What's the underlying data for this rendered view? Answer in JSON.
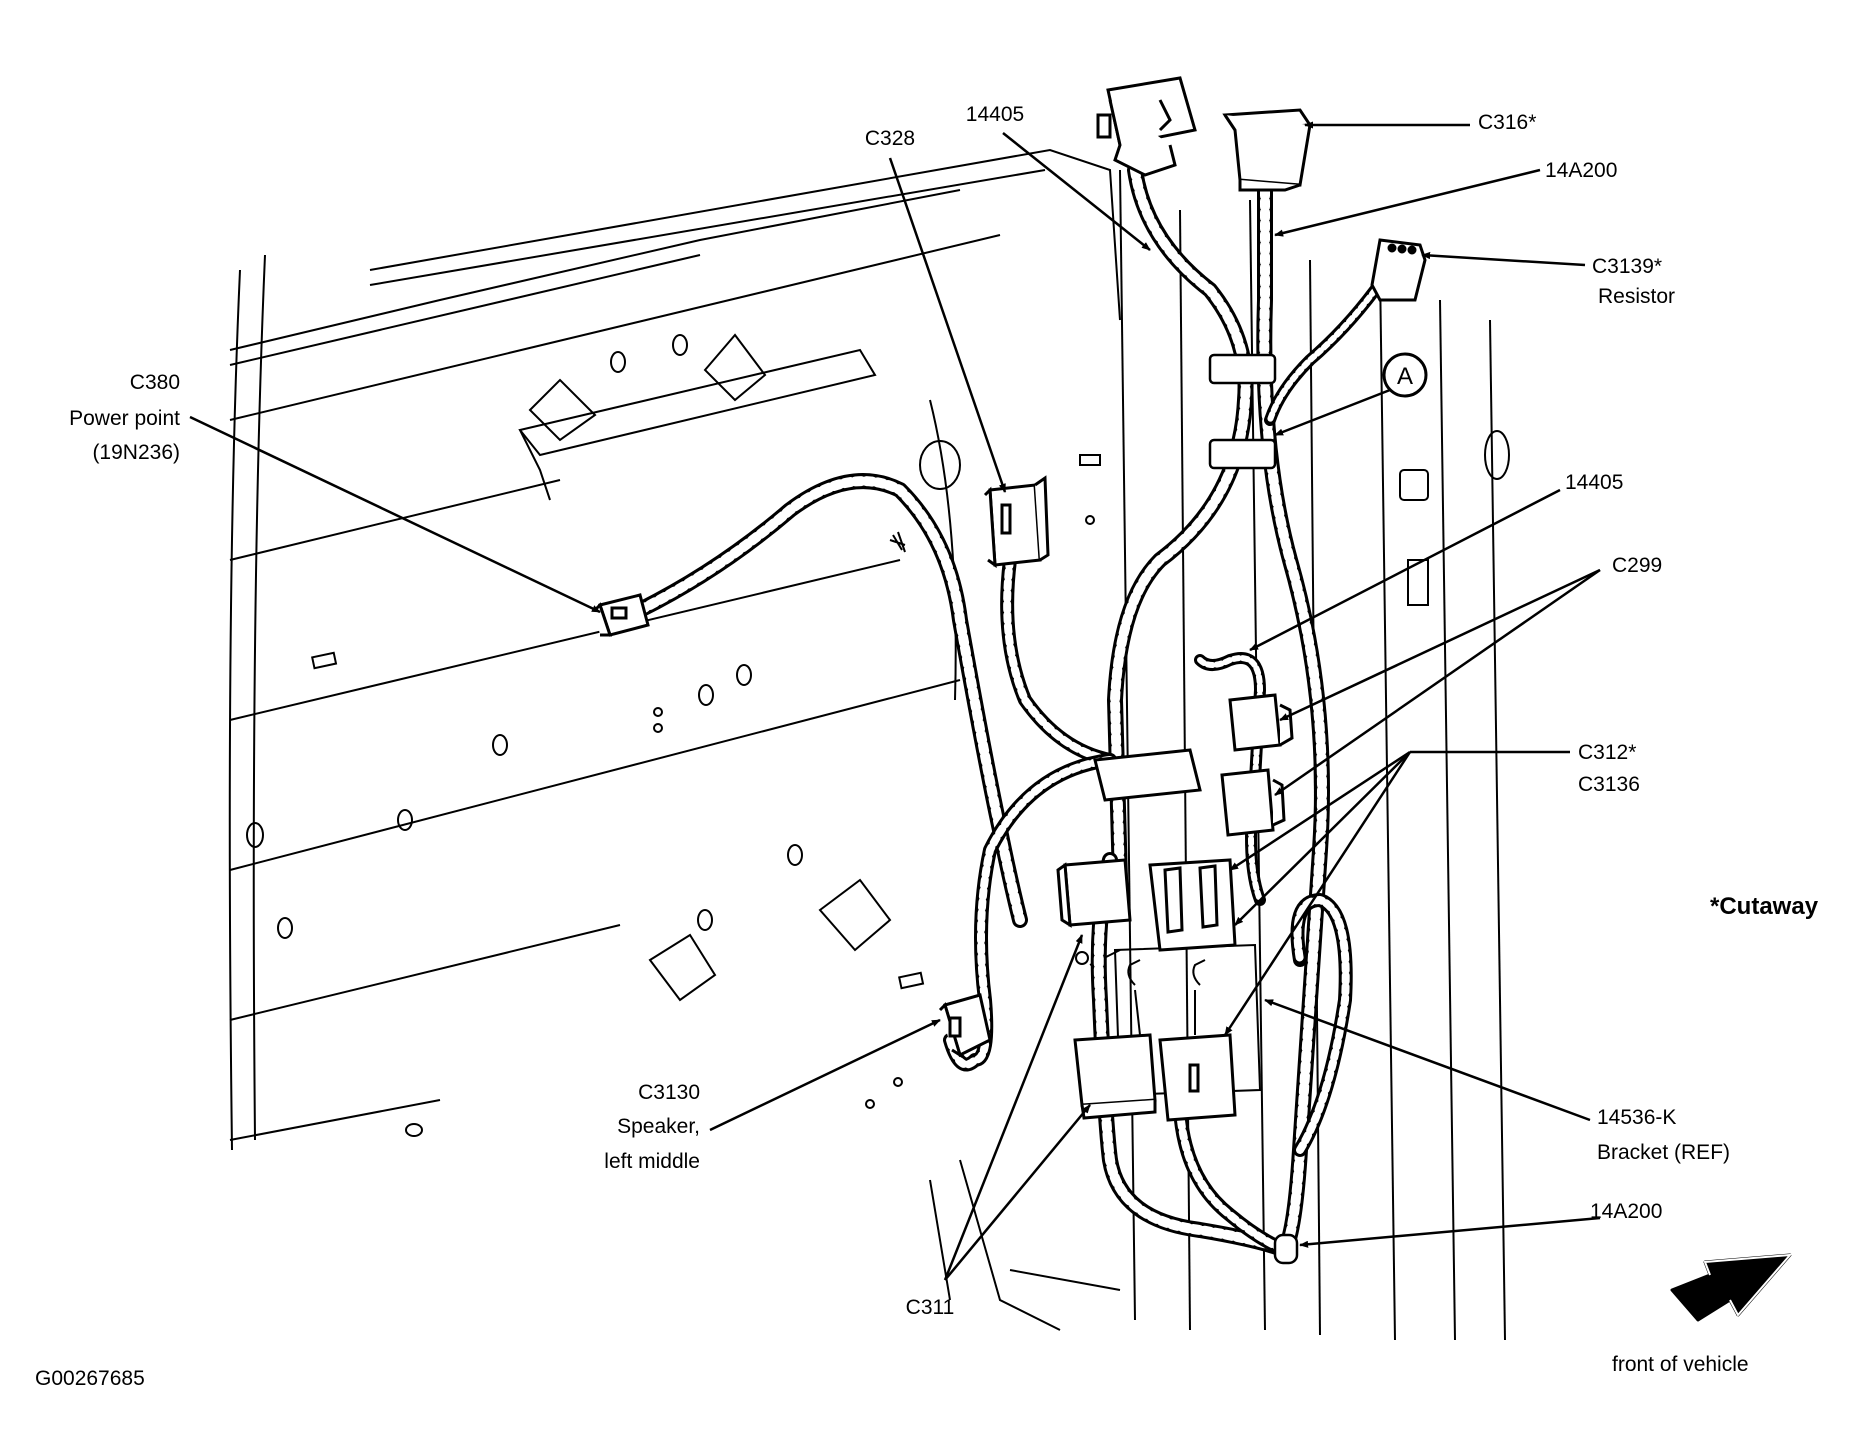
{
  "labels": {
    "l_14405_top": "14405",
    "l_c316": "C316*",
    "l_c328": "C328",
    "l_14a200_top": "14A200",
    "l_c3139_a": "C3139*",
    "l_c3139_b": "Resistor",
    "l_c380_a": "C380",
    "l_c380_b": "Power point",
    "l_c380_c": "(19N236)",
    "l_a": "A",
    "l_14405_mid": "14405",
    "l_c299": "C299",
    "l_c312": "C312*",
    "l_c3136": "C3136",
    "l_cutaway": "*Cutaway",
    "l_c3130_a": "C3130",
    "l_c3130_b": "Speaker,",
    "l_c3130_c": "left middle",
    "l_14536_a": "14536-K",
    "l_14536_b": "Bracket (REF)",
    "l_14a200_bot": "14A200",
    "l_c311": "C311",
    "l_front": "front of vehicle",
    "l_figid": "G00267685"
  },
  "colors": {
    "line": "#000000",
    "background": "#ffffff"
  },
  "icons": {
    "direction_arrow": "front-arrow-icon"
  }
}
